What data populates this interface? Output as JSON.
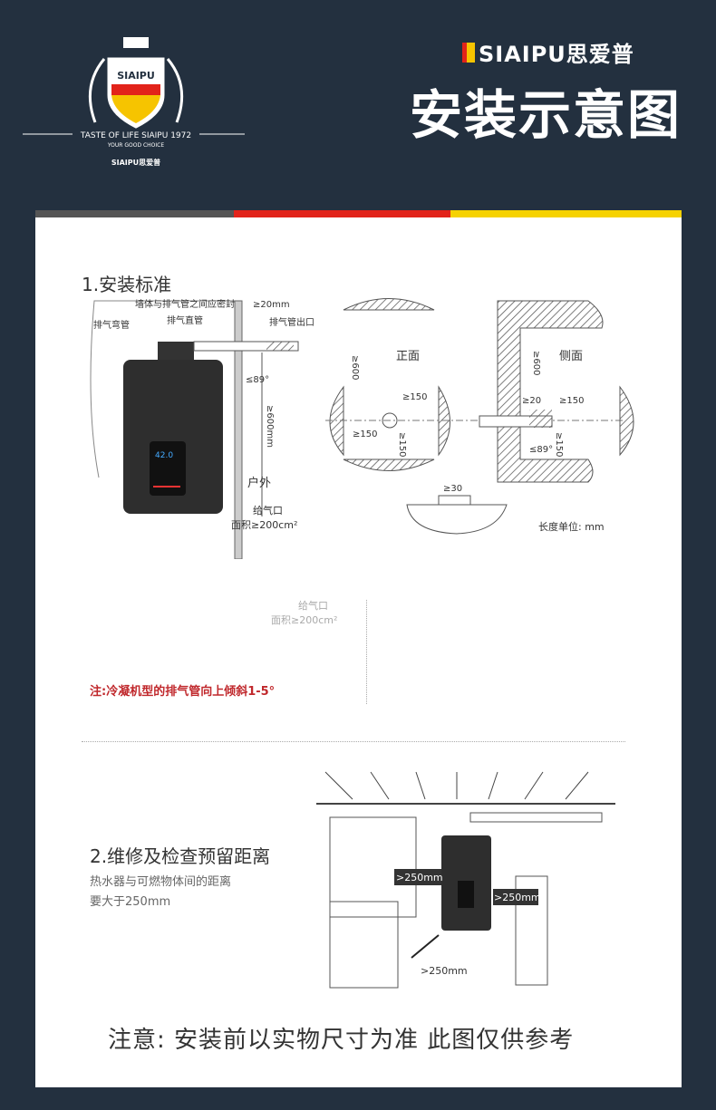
{
  "header": {
    "logo": {
      "badge_text": "SIAIPU",
      "tagline": "TASTE OF LIFE SIAIPU 1972",
      "subtagline": "YOUR GOOD CHOICE",
      "small_brand": "SIAIPU思爱普"
    },
    "brand": "SIAIPU思爱普",
    "title": "安装示意图"
  },
  "colors": {
    "bg": "#23303f",
    "gray": "#555555",
    "red": "#e2231a",
    "yellow": "#f6d200",
    "note": "#c0282c"
  },
  "section1": {
    "heading": "1.安装标准",
    "labels": {
      "seal": "墙体与排气管之间应密封",
      "gap": "≥20mm",
      "straight_pipe": "排气直管",
      "elbow": "排气弯管",
      "outlet": "排气管出口",
      "angle": "≤89°",
      "height": "≥600mm",
      "outdoor": "户外",
      "air_inlet": "给气口",
      "area": "面积≥200cm²"
    },
    "front": {
      "title": "正面",
      "d600": "≥600",
      "d150a": "≥150",
      "d150b": "≥150",
      "d150c": "≥150"
    },
    "side": {
      "title": "侧面",
      "d600": "≥600",
      "d20": "≥20",
      "d150a": "≥150",
      "d150b": "≥150",
      "angle": "≤89°"
    },
    "d30": "≥30",
    "unit": "长度单位: mm",
    "faded_inlet": "给气口",
    "faded_area": "面积≥200cm²",
    "note": "注:冷凝机型的排气管向上倾斜1-5°"
  },
  "section2": {
    "heading": "2.维修及检查预留距离",
    "desc1": "热水器与可燃物体间的距离",
    "desc2": "要大于250mm",
    "left": ">250mm",
    "right": ">250mm",
    "front": ">250mm",
    "display": "42.0"
  },
  "footer": "注意: 安装前以实物尺寸为准 此图仅供参考"
}
